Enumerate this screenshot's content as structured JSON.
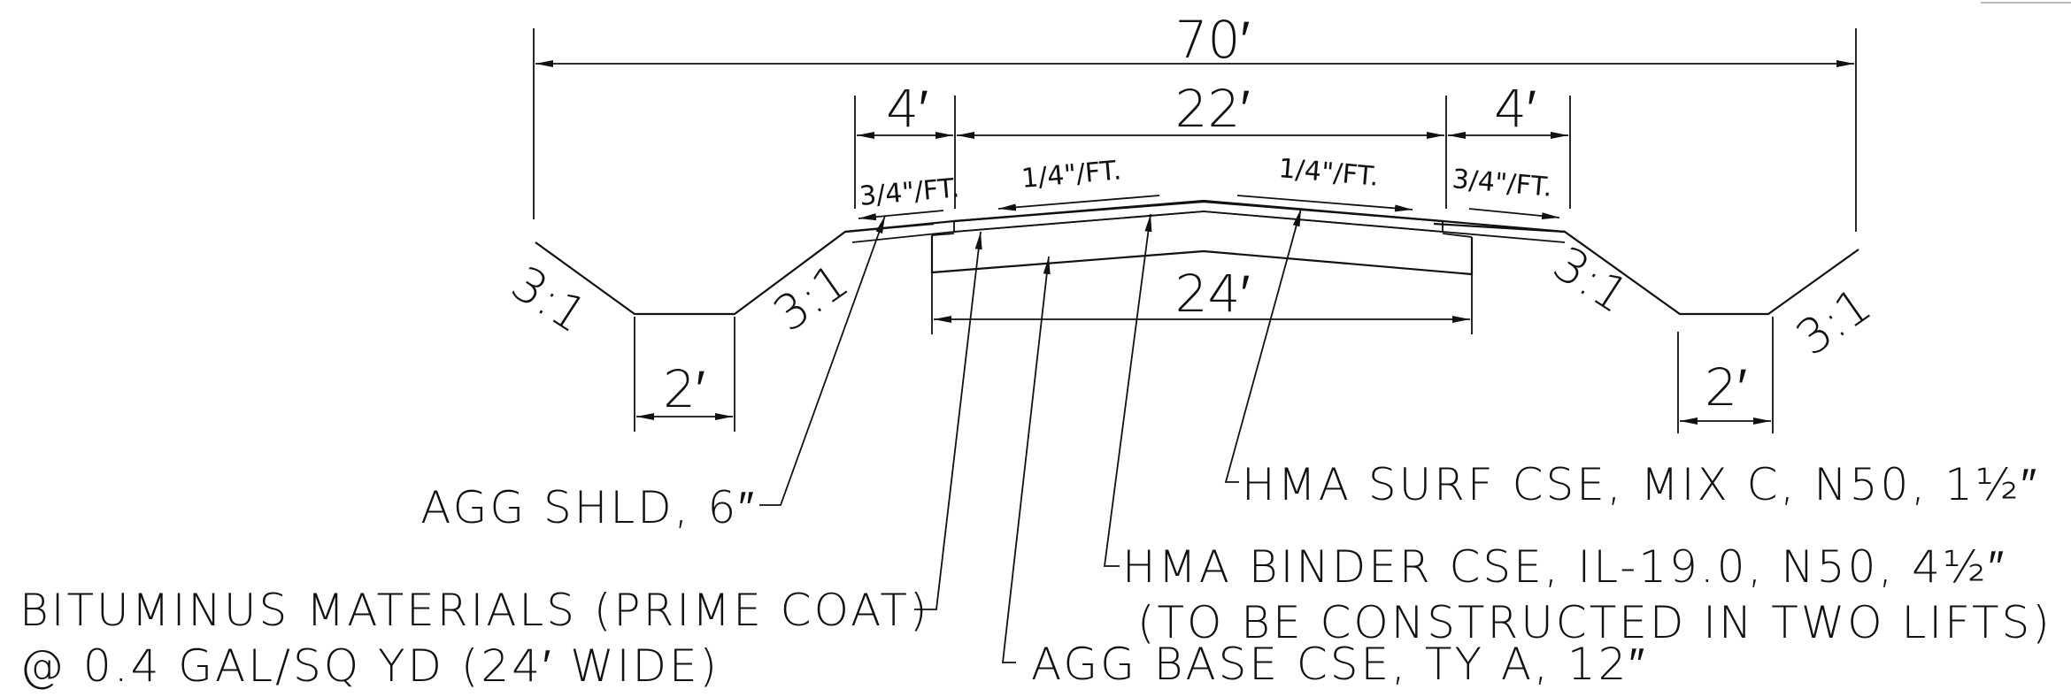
{
  "dimensions": {
    "overall": "70′",
    "left_shoulder": "4′",
    "pavement": "22′",
    "right_shoulder": "4′",
    "base_width": "24′",
    "left_ditch": "2′",
    "right_ditch": "2′"
  },
  "slopes": {
    "left_shoulder": "3/4\"/FT.",
    "left_pavement": "1/4\"/FT.",
    "right_pavement": "1/4\"/FT.",
    "right_shoulder": "3/4\"/FT.",
    "side_slope": "3:1"
  },
  "callouts": {
    "agg_shoulder": "AGG SHLD, 6″",
    "prime_coat_line1": "BITUMINUS MATERIALS (PRIME COAT)",
    "prime_coat_line2": "@ 0.4 GAL/SQ YD (24′ WIDE)",
    "agg_base": "AGG BASE CSE, TY A, 12″",
    "binder_line1": "HMA BINDER CSE, IL-19.0, N50, 4½″",
    "binder_line2": "(TO BE CONSTRUCTED IN TWO LIFTS)",
    "surface": "HMA SURF CSE, MIX C, N50, 1½″"
  }
}
